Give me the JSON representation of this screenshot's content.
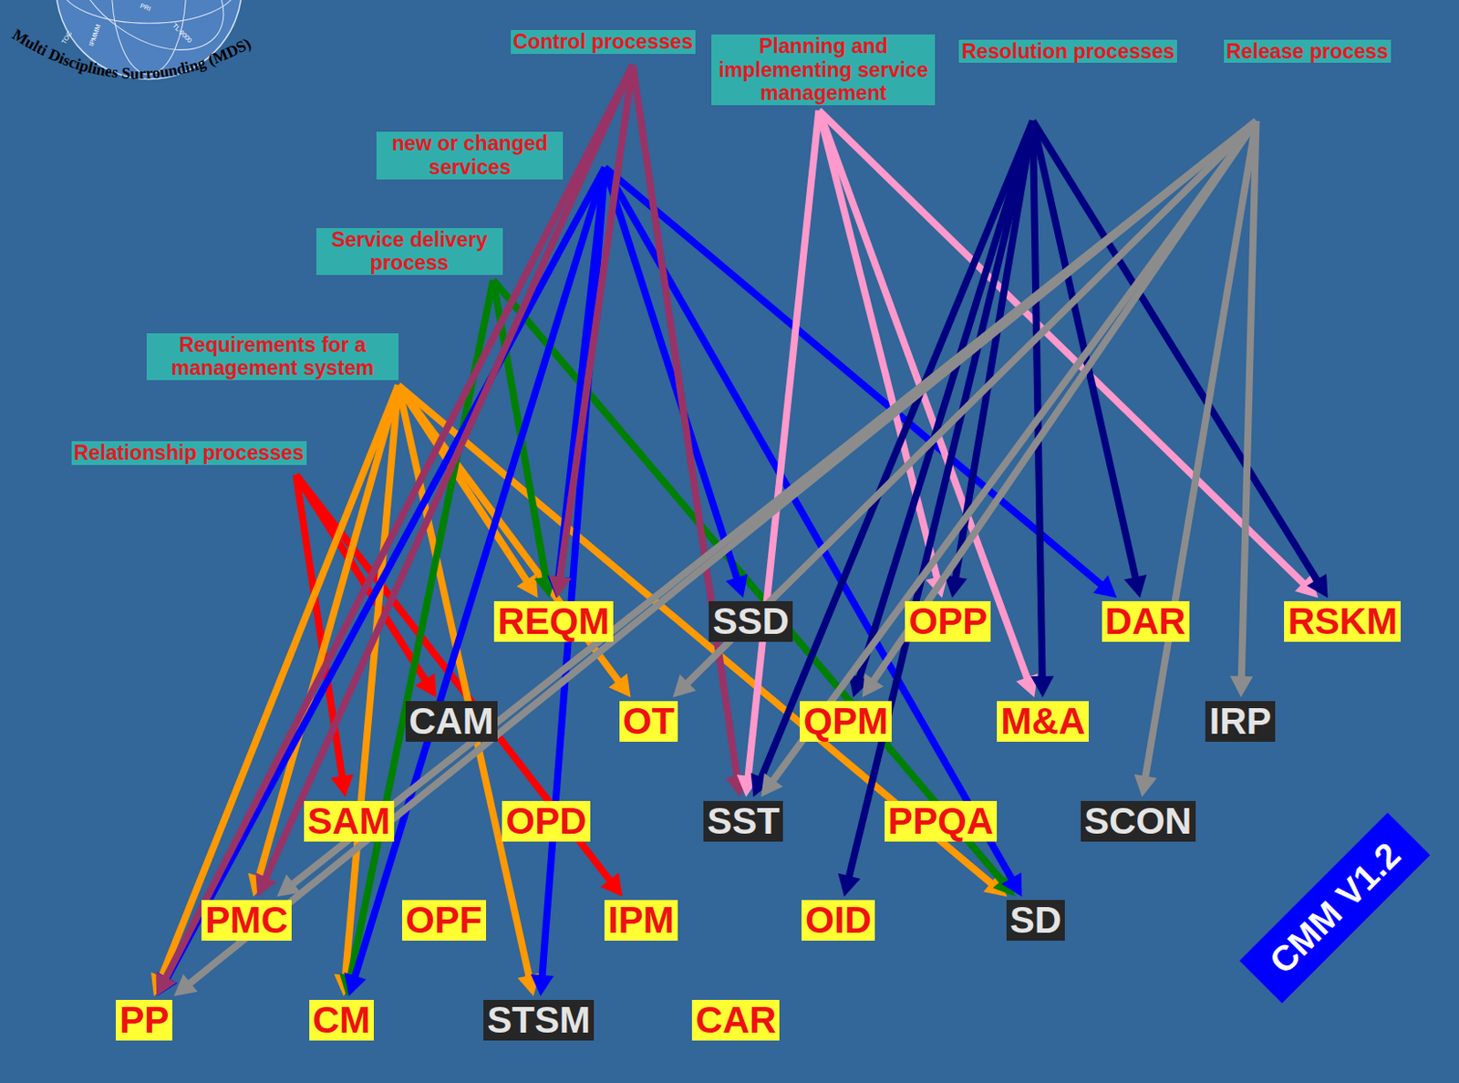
{
  "diagram": {
    "nodes": [
      {
        "text": [
          "Control processes"
        ]
      },
      {
        "text": [
          "Planning and implementing service management"
        ]
      },
      {
        "text": [
          "Resolution processes"
        ]
      },
      {
        "text": [
          "Release process"
        ]
      },
      {
        "text": [
          "new or changed services"
        ]
      },
      {
        "text": [
          "Service delivery process"
        ]
      },
      {
        "text": [
          "Requirements for a management system"
        ]
      },
      {
        "text": [
          "Relationship processes"
        ]
      },
      {
        "text": [
          "REQM"
        ]
      },
      {
        "text": [
          "SSD"
        ]
      },
      {
        "text": [
          "OPP"
        ]
      },
      {
        "text": [
          "DAR"
        ]
      },
      {
        "text": [
          "RSKM"
        ]
      },
      {
        "text": [
          "CAM"
        ]
      },
      {
        "text": [
          "OT"
        ]
      },
      {
        "text": [
          "QPM"
        ]
      },
      {
        "text": [
          "M&A"
        ]
      },
      {
        "text": [
          "IRP"
        ]
      },
      {
        "text": [
          "SAM"
        ]
      },
      {
        "text": [
          "OPD"
        ]
      },
      {
        "text": [
          "SST"
        ]
      },
      {
        "text": [
          "PPQA"
        ]
      },
      {
        "text": [
          "SCON"
        ]
      },
      {
        "text": [
          "PMC"
        ]
      },
      {
        "text": [
          "OPF"
        ]
      },
      {
        "text": [
          "IPM"
        ]
      },
      {
        "text": [
          "OID"
        ]
      },
      {
        "text": [
          "SD"
        ]
      },
      {
        "text": [
          "PP"
        ]
      },
      {
        "text": [
          "CM"
        ]
      },
      {
        "text": [
          "STSM"
        ]
      },
      {
        "text": [
          "CAR"
        ]
      },
      {
        "text": [
          "CMM V1.2"
        ]
      }
    ],
    "edges": [
      {
        "from": 7,
        "to": 18,
        "arrow": "to"
      },
      {
        "from": 7,
        "to": 13,
        "arrow": "to"
      },
      {
        "from": 7,
        "to": 25,
        "arrow": "to"
      },
      {
        "from": 6,
        "to": 28,
        "arrow": "to"
      },
      {
        "from": 6,
        "to": 23,
        "arrow": "to"
      },
      {
        "from": 6,
        "to": 29,
        "arrow": "to"
      },
      {
        "from": 6,
        "to": 30,
        "arrow": "to"
      },
      {
        "from": 6,
        "to": 8,
        "arrow": "to"
      },
      {
        "from": 6,
        "to": 14,
        "arrow": "to"
      },
      {
        "from": 6,
        "to": 27,
        "arrow": "to"
      },
      {
        "from": 5,
        "to": 8,
        "arrow": "to"
      },
      {
        "from": 5,
        "to": 29,
        "arrow": "to"
      },
      {
        "from": 5,
        "to": 27,
        "arrow": "to"
      },
      {
        "from": 4,
        "to": 28,
        "arrow": "to"
      },
      {
        "from": 4,
        "to": 29,
        "arrow": "to"
      },
      {
        "from": 4,
        "to": 8,
        "arrow": "to"
      },
      {
        "from": 4,
        "to": 30,
        "arrow": "to"
      },
      {
        "from": 4,
        "to": 9,
        "arrow": "to"
      },
      {
        "from": 4,
        "to": 11,
        "arrow": "to"
      },
      {
        "from": 4,
        "to": 27,
        "arrow": "to"
      },
      {
        "from": 0,
        "to": 23,
        "arrow": "to"
      },
      {
        "from": 0,
        "to": 28,
        "arrow": "to"
      },
      {
        "from": 0,
        "to": 8,
        "arrow": "to"
      },
      {
        "from": 0,
        "to": 20,
        "arrow": "to"
      },
      {
        "from": 1,
        "to": 20,
        "arrow": "to"
      },
      {
        "from": 1,
        "to": 10,
        "arrow": "to"
      },
      {
        "from": 1,
        "to": 16,
        "arrow": "to"
      },
      {
        "from": 1,
        "to": 12,
        "arrow": "to"
      },
      {
        "from": 2,
        "to": 26,
        "arrow": "to"
      },
      {
        "from": 2,
        "to": 20,
        "arrow": "to"
      },
      {
        "from": 2,
        "to": 15,
        "arrow": "to"
      },
      {
        "from": 2,
        "to": 10,
        "arrow": "to"
      },
      {
        "from": 2,
        "to": 16,
        "arrow": "to"
      },
      {
        "from": 2,
        "to": 11,
        "arrow": "to"
      },
      {
        "from": 2,
        "to": 12,
        "arrow": "to"
      },
      {
        "from": 3,
        "to": 28,
        "arrow": "to"
      },
      {
        "from": 3,
        "to": 23,
        "arrow": "to"
      },
      {
        "from": 3,
        "to": 14,
        "arrow": "to"
      },
      {
        "from": 3,
        "to": 20,
        "arrow": "to"
      },
      {
        "from": 3,
        "to": 15,
        "arrow": "to"
      },
      {
        "from": 3,
        "to": 22,
        "arrow": "to"
      },
      {
        "from": 3,
        "to": 17,
        "arrow": "to"
      }
    ],
    "labels": [
      "Multi Disciplines Surrounding (MDS)",
      "TOC",
      "IPMMM",
      "PRI",
      "TL-9000"
    ]
  }
}
